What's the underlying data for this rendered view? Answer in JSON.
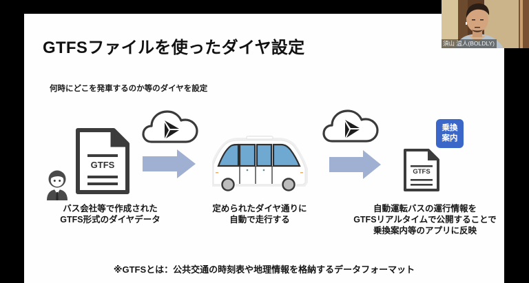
{
  "slide": {
    "title": "GTFSファイルを使ったダイヤ設定",
    "subtitle": "何時にどこを発車するのか等のダイヤを設定",
    "steps": [
      {
        "icons": [
          "person-icon",
          "document-icon"
        ],
        "doc_label": "GTFS",
        "caption_lines": [
          "バス会社等で作成された",
          "GTFS形式のダイヤデータ"
        ]
      },
      {
        "icons": [
          "bus-icon"
        ],
        "caption_lines": [
          "定められたダイヤ通りに",
          "自動で走行する"
        ]
      },
      {
        "icons": [
          "document-icon",
          "transit-app-badge"
        ],
        "doc_label": "GTFS",
        "badge_lines": [
          "乗換",
          "案内"
        ],
        "caption_lines": [
          "自動運転バスの運行情報を",
          "GTFSリアルタイムで公開することで",
          "乗換案内等のアプリに反映"
        ]
      }
    ],
    "connectors": [
      {
        "cloud_icon": "dispatcher-cloud-icon",
        "arrow_icon": "arrow-right-icon"
      },
      {
        "cloud_icon": "dispatcher-cloud-icon",
        "arrow_icon": "arrow-right-icon"
      }
    ],
    "footnote": "※GTFSとは：公共交通の時刻表や地理情報を格納するデータフォーマット"
  },
  "webcam": {
    "participant_name": "須山 温人(BOLDLY)"
  },
  "colors": {
    "background": "#000000",
    "slide_bg": "#fefefe",
    "text": "#161616",
    "icon_dark": "#3c3c3c",
    "arrow": "#9fb0d2",
    "badge": "#3b67c9",
    "bus_window": "#6fa9d2",
    "bus_frame": "#2e2e2e",
    "wheel": "#bdbdbd"
  }
}
